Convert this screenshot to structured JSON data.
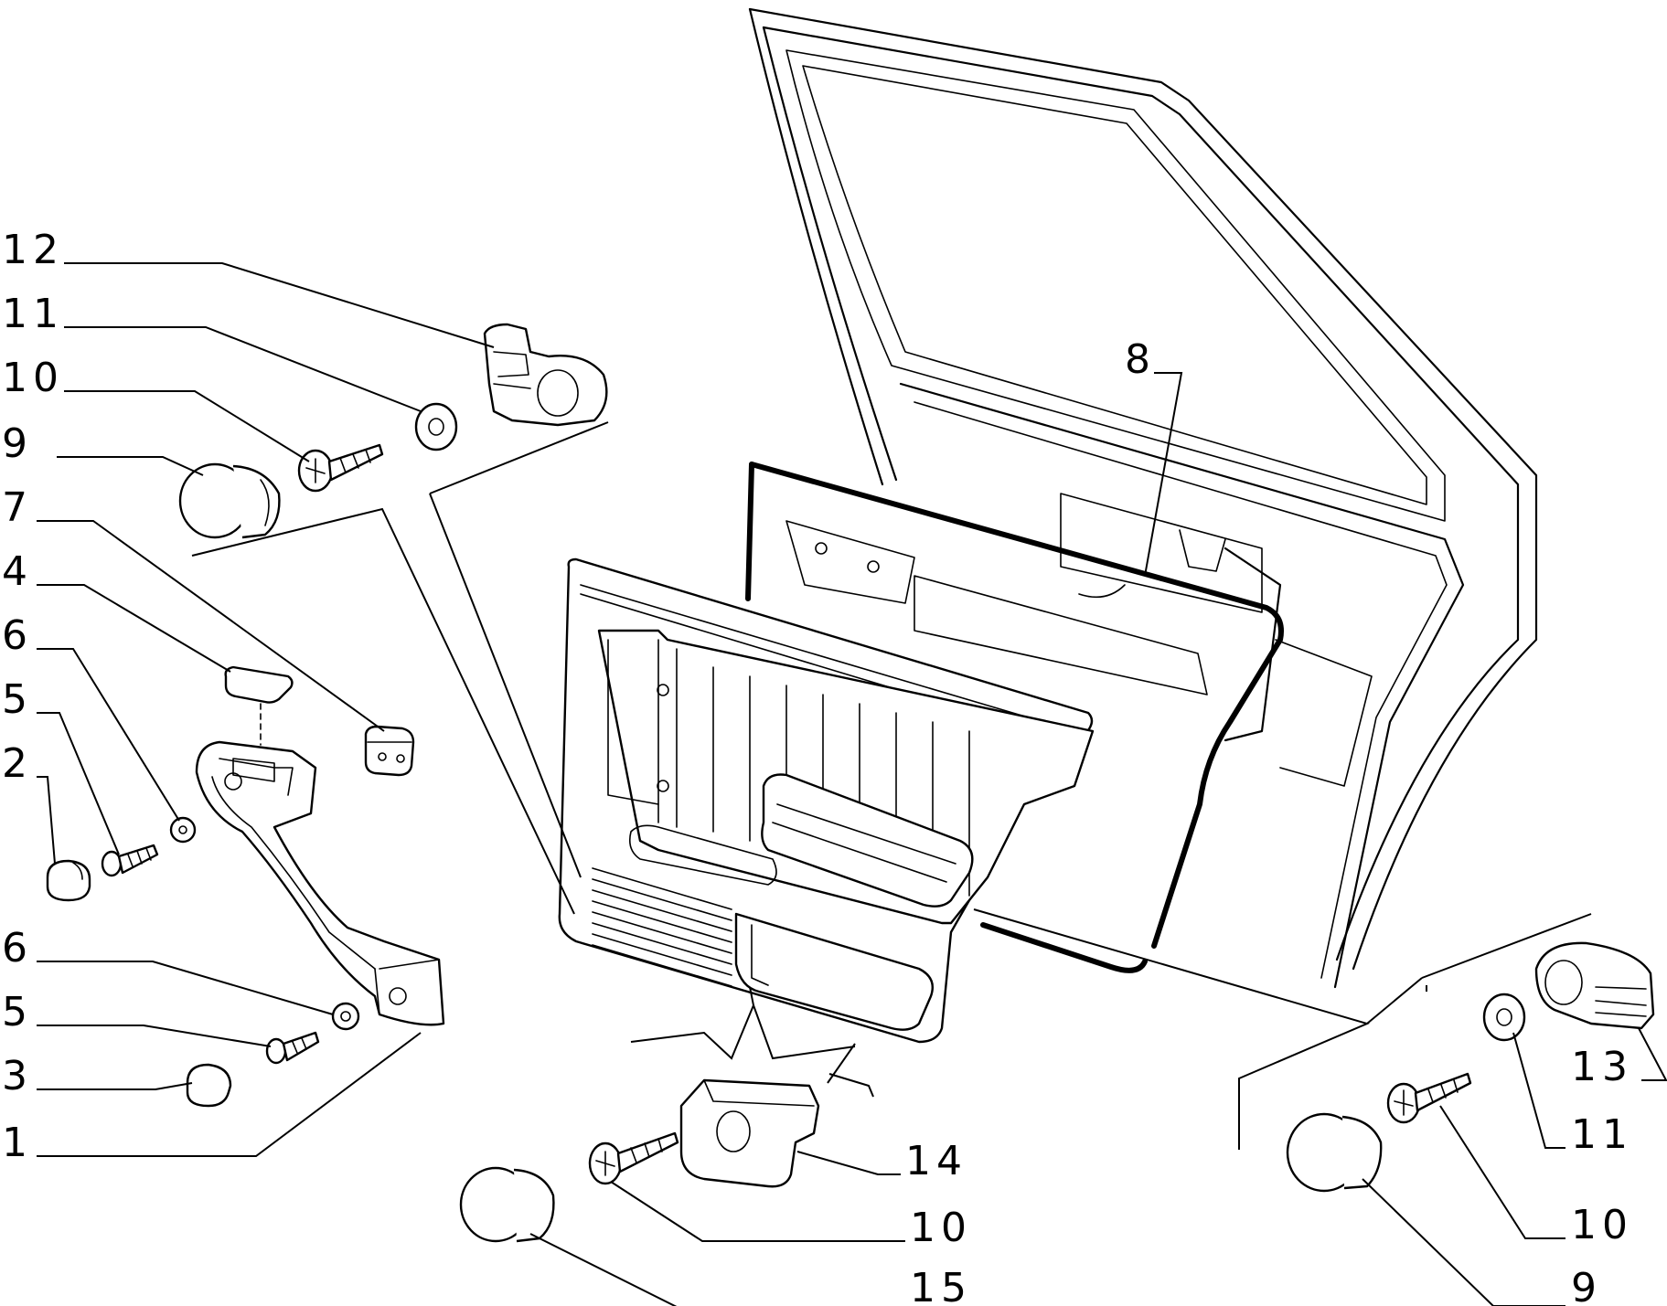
{
  "labels": {
    "l12": "12",
    "l11a": "11",
    "l10a": "10",
    "l9a": "9",
    "l7": "7",
    "l4": "4",
    "l6a": "6",
    "l5a": "5",
    "l2": "2",
    "l6b": "6",
    "l5b": "5",
    "l3": "3",
    "l1": "1",
    "l8": "8",
    "l14": "14",
    "l10b": "10",
    "l15": "15",
    "l13": "13",
    "l11b": "11",
    "l10c": "10",
    "l9b": "9"
  }
}
